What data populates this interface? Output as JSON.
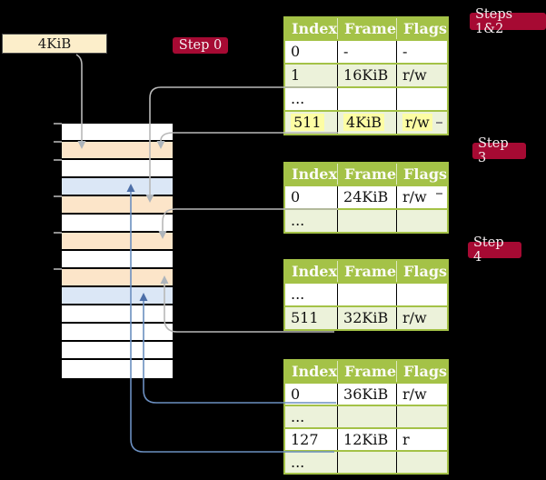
{
  "frame_box": {
    "label": "4KiB"
  },
  "badges": [
    {
      "label": "Step 0"
    },
    {
      "label": "Steps 1&2"
    },
    {
      "label": "Step 3"
    },
    {
      "label": "Step 4"
    }
  ],
  "memory": {
    "rows": [
      "white",
      "orange",
      "white",
      "blue",
      "orange",
      "white",
      "orange",
      "white",
      "orange",
      "blue",
      "white",
      "white",
      "white",
      "white"
    ],
    "tick_ys": [
      136,
      156,
      176,
      216,
      256,
      296
    ]
  },
  "tables": [
    {
      "name": "page-table-steps-1-2",
      "headers": [
        "Index",
        "Frame",
        "Flags"
      ],
      "rows": [
        {
          "cells": [
            "0",
            "-",
            "-"
          ],
          "shade": false,
          "highlight": false
        },
        {
          "cells": [
            "1",
            "16KiB",
            "r/w"
          ],
          "shade": true,
          "highlight": false
        },
        {
          "cells": [
            "...",
            "",
            ""
          ],
          "shade": false,
          "highlight": false
        },
        {
          "cells": [
            "511",
            "4KiB",
            "r/w"
          ],
          "shade": true,
          "highlight": true
        }
      ]
    },
    {
      "name": "page-table-step-3",
      "headers": [
        "Index",
        "Frame",
        "Flags"
      ],
      "rows": [
        {
          "cells": [
            "0",
            "24KiB",
            "r/w"
          ],
          "shade": false,
          "highlight": false
        },
        {
          "cells": [
            "...",
            "",
            ""
          ],
          "shade": true,
          "highlight": false
        }
      ]
    },
    {
      "name": "page-table-step-4",
      "headers": [
        "Index",
        "Frame",
        "Flags"
      ],
      "rows": [
        {
          "cells": [
            "...",
            "",
            ""
          ],
          "shade": false,
          "highlight": false
        },
        {
          "cells": [
            "511",
            "32KiB",
            "r/w"
          ],
          "shade": true,
          "highlight": false
        }
      ]
    },
    {
      "name": "page-table-final",
      "headers": [
        "Index",
        "Frame",
        "Flags"
      ],
      "rows": [
        {
          "cells": [
            "0",
            "36KiB",
            "r/w"
          ],
          "shade": false,
          "highlight": false
        },
        {
          "cells": [
            "...",
            "",
            ""
          ],
          "shade": true,
          "highlight": false
        },
        {
          "cells": [
            "127",
            "12KiB",
            "r"
          ],
          "shade": false,
          "highlight": false
        },
        {
          "cells": [
            "...",
            "",
            ""
          ],
          "shade": true,
          "highlight": false
        }
      ]
    }
  ],
  "colors": {
    "badge_red": "#a60a33",
    "table_green": "#a4c247",
    "row_green": "#ecf2da",
    "frame_orange": "#fce5c9",
    "frame_blue": "#dbe7f6",
    "highlight_yellow": "#fdfda4",
    "connector_gray": "#b8b8b8",
    "connector_blue": "#6b8fc0",
    "box_cream": "#fceeca"
  }
}
